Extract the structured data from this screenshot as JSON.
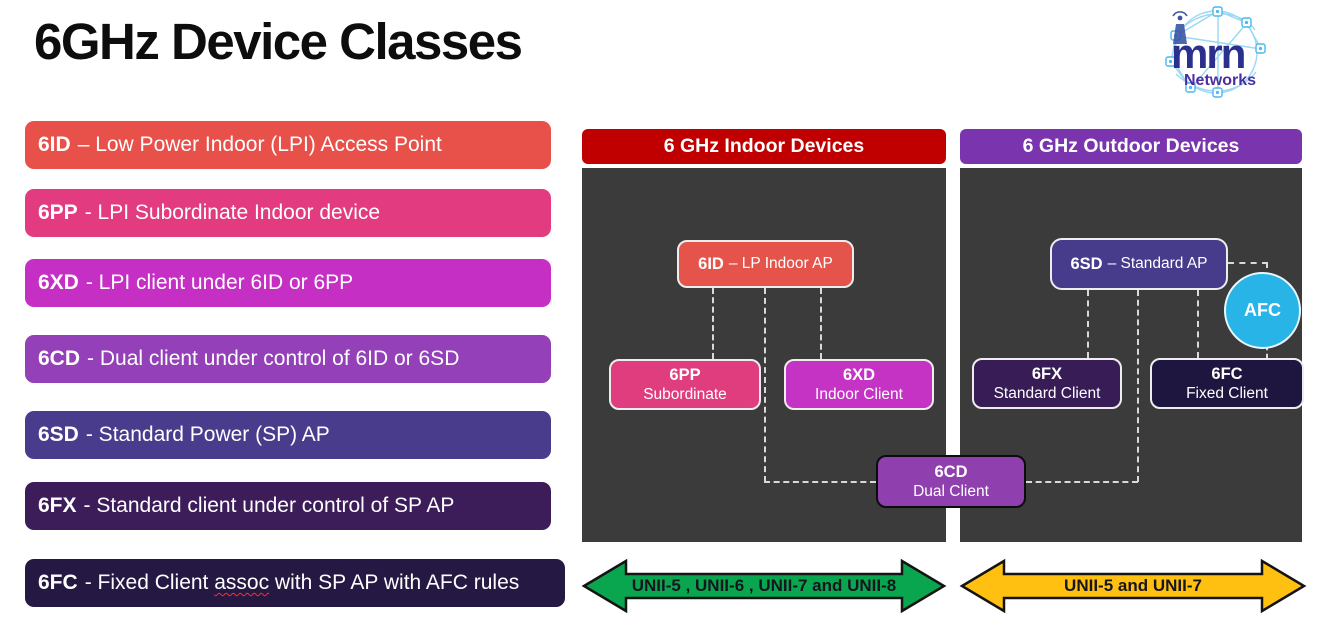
{
  "page": {
    "title": "6GHz Device Classes"
  },
  "logo": {
    "brand": "mrn",
    "subtitle": "Networks",
    "brand_color": "#2b2f8e",
    "subtitle_color": "#4b2ea0",
    "network_color": "#7fccf0"
  },
  "legend": {
    "items": [
      {
        "code": "6ID",
        "text": "– Low Power Indoor (LPI) Access Point",
        "color": "#e8504a"
      },
      {
        "code": "6PP",
        "text": "- LPI Subordinate Indoor device",
        "color": "#e23b80"
      },
      {
        "code": "6XD",
        "text": "- LPI client under 6ID or 6PP",
        "color": "#c62fc4"
      },
      {
        "code": "6CD",
        "text": "- Dual client under control of 6ID or 6SD",
        "color": "#9440b8"
      },
      {
        "code": "6SD",
        "text": "- Standard Power (SP) AP",
        "color": "#4a3c8d"
      },
      {
        "code": "6FX",
        "text": "- Standard client under control of SP AP",
        "color": "#3c1c59"
      },
      {
        "code": "6FC",
        "text_pre": "- Fixed Client ",
        "text_mark": "assoc",
        "text_post": " with SP AP with AFC rules",
        "color": "#251843"
      }
    ]
  },
  "panels": {
    "indoor": {
      "title": "6 GHz Indoor Devices",
      "header_color": "#c00000",
      "body_color": "#3b3b3b"
    },
    "outdoor": {
      "title": "6 GHz Outdoor Devices",
      "header_color": "#7a35ae",
      "body_color": "#3b3b3b"
    }
  },
  "nodes": {
    "n6id": {
      "code": "6ID",
      "text": "– LP Indoor AP",
      "color": "#e4544b"
    },
    "n6pp": {
      "code": "6PP",
      "text": "Subordinate",
      "color": "#df3d7e"
    },
    "n6xd": {
      "code": "6XD",
      "text": "Indoor Client",
      "color": "#c433c4"
    },
    "n6cd": {
      "code": "6CD",
      "text": "Dual Client",
      "color": "#8f3fae"
    },
    "n6sd": {
      "code": "6SD",
      "text": "– Standard AP",
      "color": "#473b8c"
    },
    "n6fx": {
      "code": "6FX",
      "text": "Standard Client",
      "color": "#371c55"
    },
    "n6fc": {
      "code": "6FC",
      "text": "Fixed Client",
      "color": "#1f1640"
    },
    "afc": {
      "label": "AFC",
      "color": "#29b4e8"
    }
  },
  "arrows": {
    "indoor": {
      "label": "UNII-5 , UNII-6 , UNII-7 and UNII-8",
      "color": "#0aa64f"
    },
    "outdoor": {
      "label": "UNII-5 and UNII-7",
      "color": "#ffc011"
    }
  }
}
